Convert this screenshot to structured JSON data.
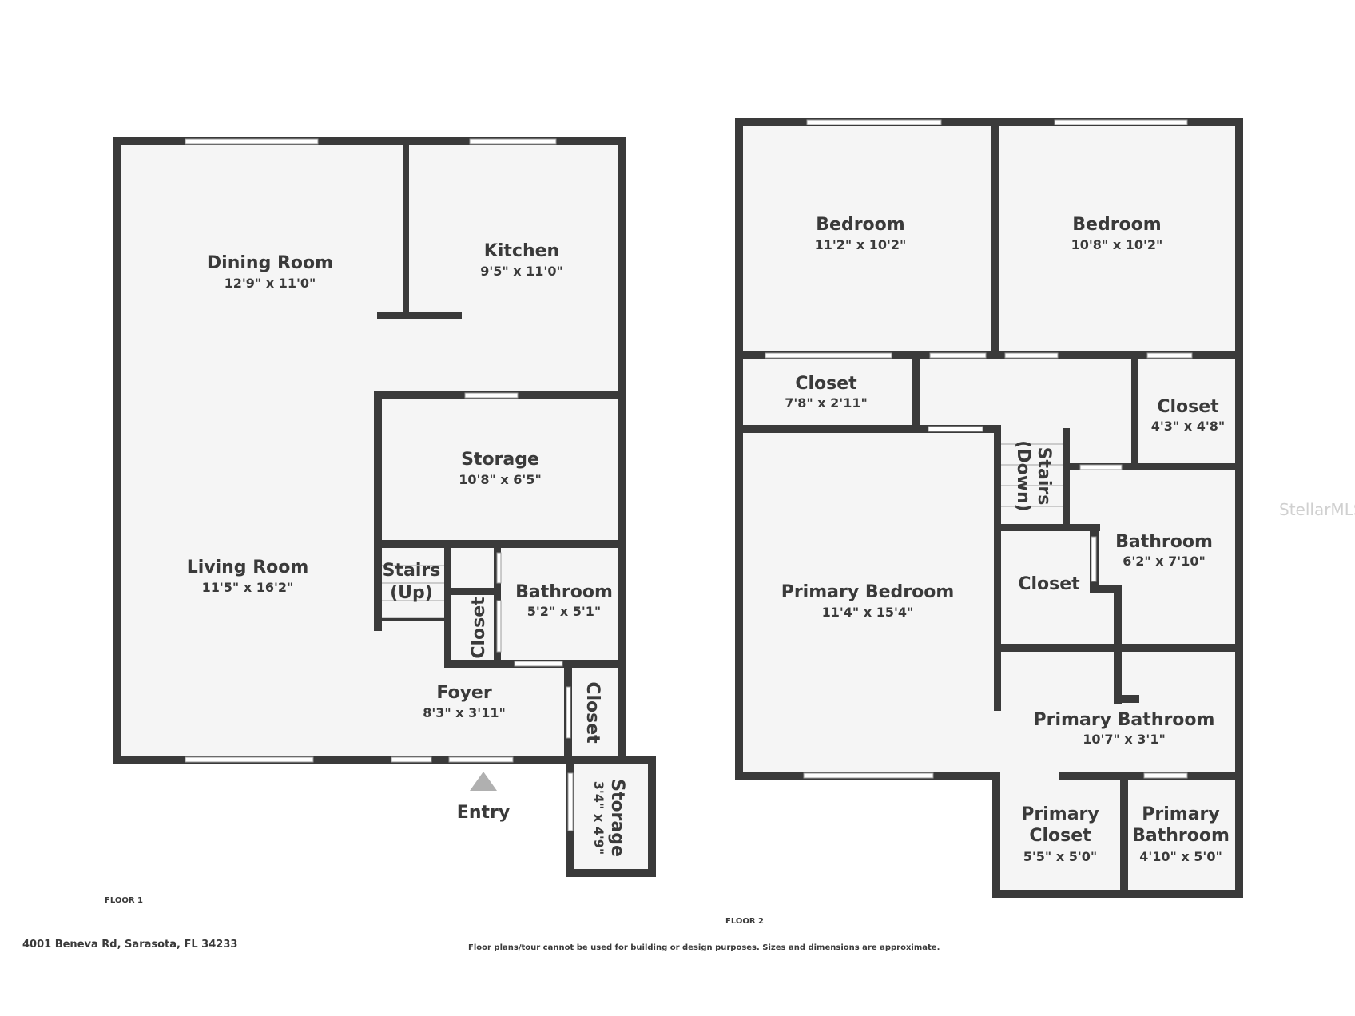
{
  "floor1": {
    "label": "FLOOR 1",
    "rooms": {
      "dining": {
        "name": "Dining Room",
        "dim": "12'9\" x 11'0\""
      },
      "kitchen": {
        "name": "Kitchen",
        "dim": "9'5\" x 11'0\""
      },
      "storage": {
        "name": "Storage",
        "dim": "10'8\" x 6'5\""
      },
      "living": {
        "name": "Living Room",
        "dim": "11'5\" x 16'2\""
      },
      "stairs_line1": "Stairs",
      "stairs_line2": "(Up)",
      "bathroom": {
        "name": "Bathroom",
        "dim": "5'2\" x 5'1\""
      },
      "closet_small": "Closet",
      "foyer": {
        "name": "Foyer",
        "dim": "8'3\" x 3'11\""
      },
      "closet_foyer": "Closet",
      "storage_small": {
        "name": "Storage",
        "dim": "3'4\" x 4'9\""
      }
    },
    "entry": "Entry"
  },
  "floor2": {
    "label": "FLOOR 2",
    "rooms": {
      "bedroom1": {
        "name": "Bedroom",
        "dim": "11'2\" x 10'2\""
      },
      "bedroom2": {
        "name": "Bedroom",
        "dim": "10'8\" x 10'2\""
      },
      "closet1": {
        "name": "Closet",
        "dim": "7'8\" x 2'11\""
      },
      "closet2": {
        "name": "Closet",
        "dim": "4'3\" x 4'8\""
      },
      "stairs_line1": "Stairs",
      "stairs_line2": "(Down)",
      "bathroom": {
        "name": "Bathroom",
        "dim": "6'2\" x 7'10\""
      },
      "closet3": "Closet",
      "primary_bedroom": {
        "name": "Primary Bedroom",
        "dim": "11'4\" x 15'4\""
      },
      "primary_bathroom": {
        "name": "Primary Bathroom",
        "dim": "10'7\" x 3'1\""
      },
      "primary_closet": {
        "line1": "Primary",
        "line2": "Closet",
        "dim": "5'5\" x 5'0\""
      },
      "primary_bathroom2": {
        "line1": "Primary",
        "line2": "Bathroom",
        "dim": "4'10\" x 5'0\""
      }
    }
  },
  "address": "4001 Beneva Rd, Sarasota, FL 34233",
  "disclaimer": "Floor plans/tour cannot be used for building or design purposes. Sizes and dimensions are approximate.",
  "watermark": "StellarMLS"
}
